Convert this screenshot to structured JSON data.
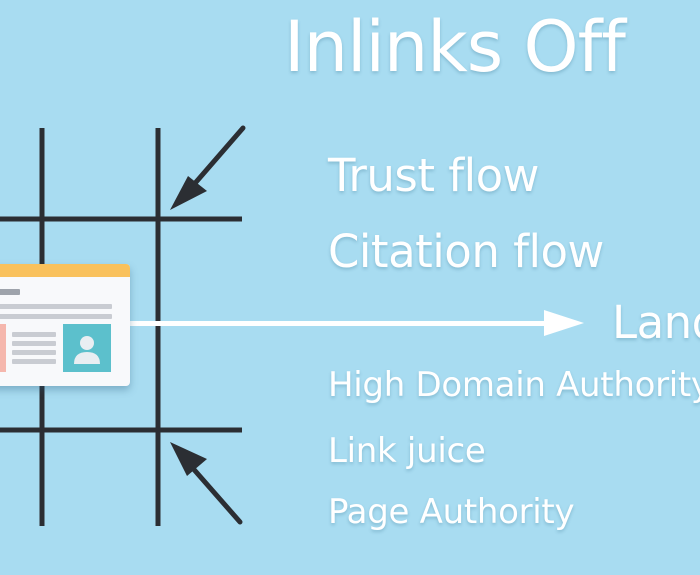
{
  "title": "Inlinks Off",
  "items": {
    "trust_flow": "Trust flow",
    "citation_flow": "Citation flow",
    "landing": "Landi",
    "high_domain_authority": "High Domain Authority",
    "link_juice": "Link juice",
    "page_authority": "Page Authority"
  },
  "colors": {
    "background": "#a8dcf1",
    "text": "#ffffff",
    "grid_lines": "#2b2e33",
    "card_header": "#f9c15c",
    "card_thumb": "#5cc0cc",
    "card_accent": "#f5b7ad"
  },
  "icons": {
    "arrow_top": "arrow-down-left-icon",
    "arrow_bottom": "arrow-up-left-icon",
    "arrow_right": "arrow-right-icon",
    "avatar": "user-avatar-icon"
  }
}
